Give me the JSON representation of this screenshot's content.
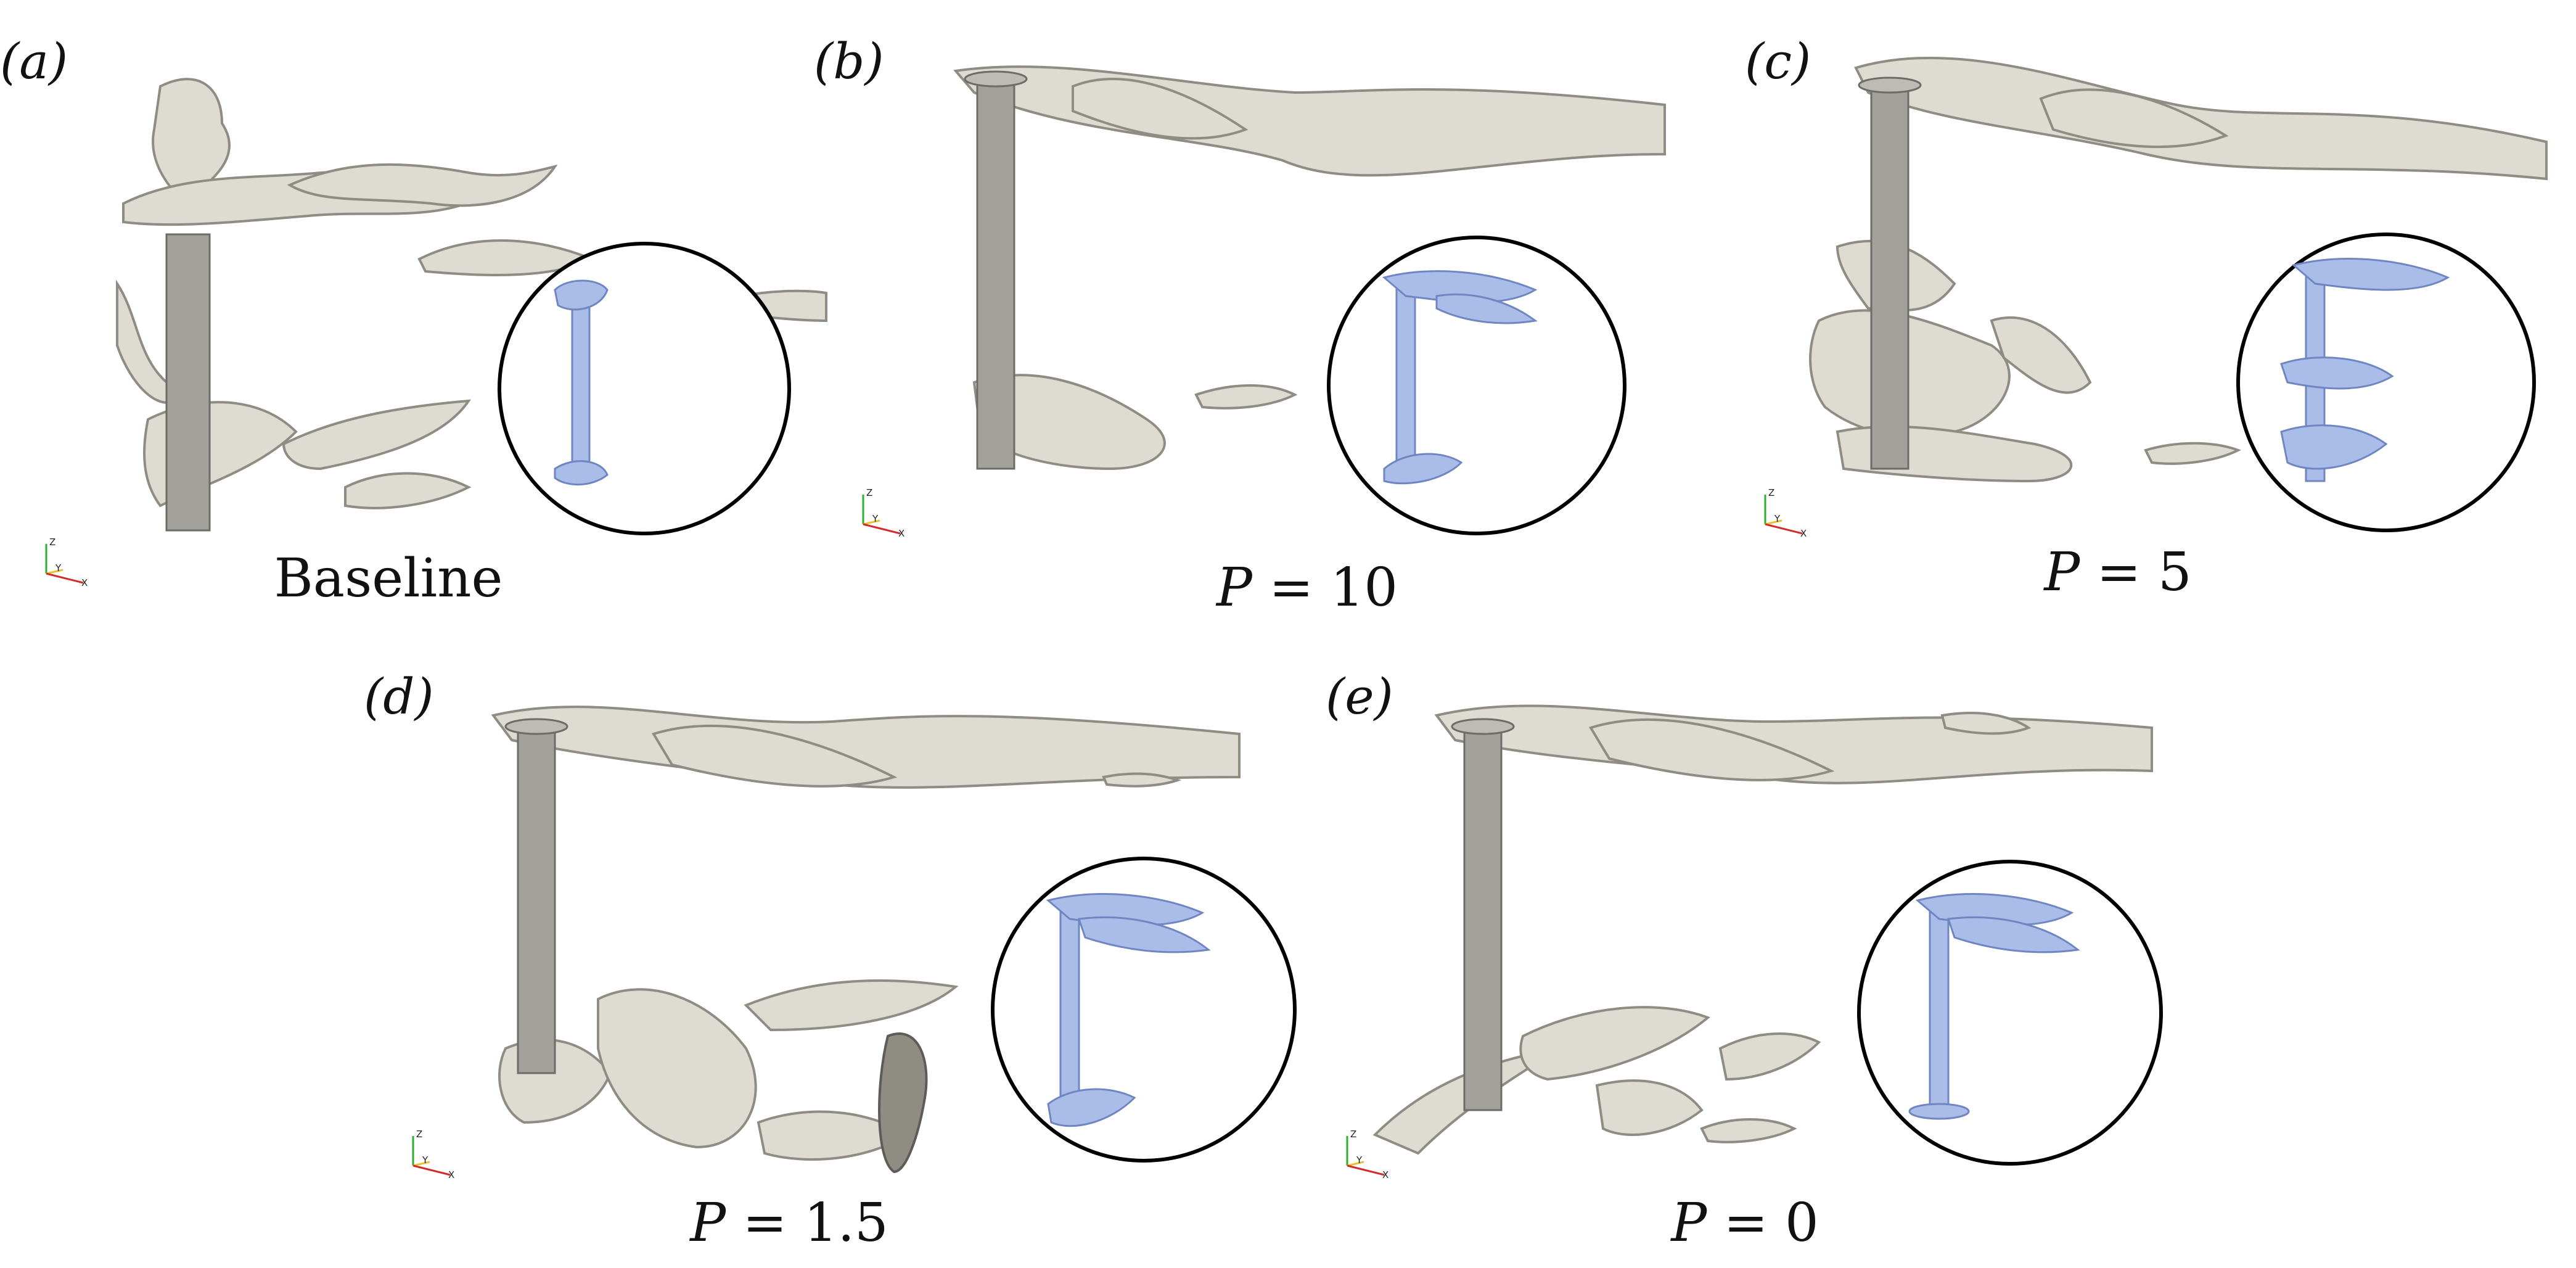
{
  "figure": {
    "background": "#ffffff",
    "vortex_color": "#dedbd3",
    "vortex_edge": "#8f8c84",
    "cylinder_color": "#a3a19b",
    "inset_color": "#a9bde8",
    "inset_edge": "#6f86c2",
    "axis_colors": {
      "z": "#2bb02b",
      "y": "#e8c22a",
      "x": "#d22a2a"
    },
    "panels": [
      {
        "tag": "(a)",
        "caption": "Baseline",
        "caption_is_math": false
      },
      {
        "tag": "(b)",
        "caption_var": "P",
        "caption_eq": " = ",
        "caption_val": "10",
        "caption_is_math": true
      },
      {
        "tag": "(c)",
        "caption_var": "P",
        "caption_eq": " = ",
        "caption_val": "5",
        "caption_is_math": true
      },
      {
        "tag": "(d)",
        "caption_var": "P",
        "caption_eq": " = ",
        "caption_val": "1.5",
        "caption_is_math": true
      },
      {
        "tag": "(e)",
        "caption_var": "P",
        "caption_eq": " = ",
        "caption_val": "0",
        "caption_is_math": true
      }
    ],
    "axis_labels": {
      "z": "Z",
      "y": "Y",
      "x": "X"
    }
  }
}
